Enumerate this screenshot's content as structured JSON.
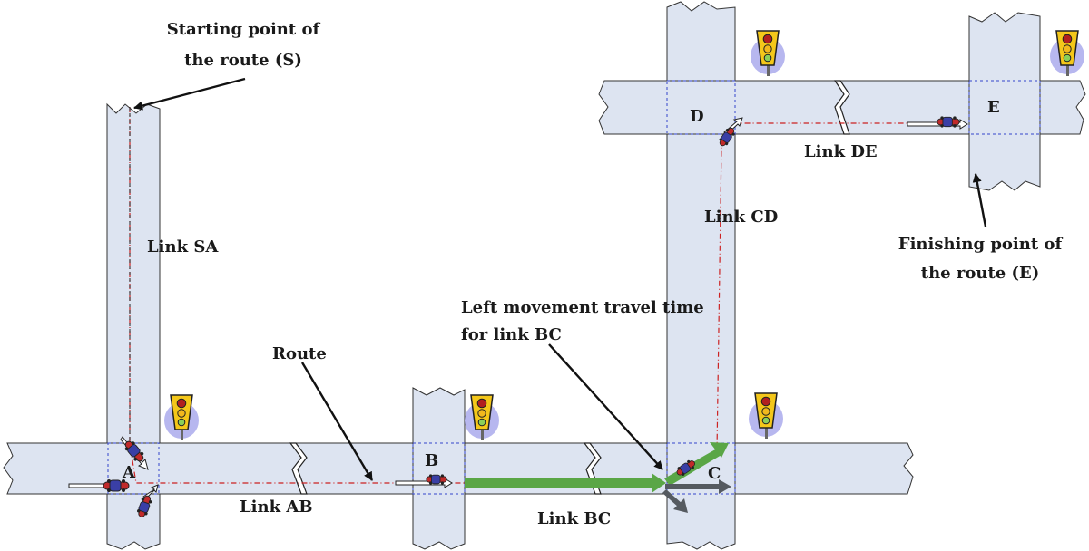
{
  "labels": {
    "start_line1": "Starting point of",
    "start_line2": "the route (S)",
    "finish_line1": "Finishing point of",
    "finish_line2": "the route (E)",
    "route": "Route",
    "left_move_line1": "Left movement travel time",
    "left_move_line2": "for link BC",
    "link_sa": "Link SA",
    "link_ab": "Link AB",
    "link_bc": "Link BC",
    "link_cd": "Link CD",
    "link_de": "Link DE"
  },
  "nodes": {
    "a": "A",
    "b": "B",
    "c": "C",
    "d": "D",
    "e": "E"
  },
  "colors": {
    "road_fill": "#dde4f1",
    "route_line": "#cc2222",
    "highlight": "#5aa646",
    "gray_arrow": "#555a60",
    "intersection_box": "#3344cc"
  },
  "icons": [
    "traffic-light-icon",
    "car-icon",
    "arrow-icon",
    "break-mark-icon"
  ]
}
